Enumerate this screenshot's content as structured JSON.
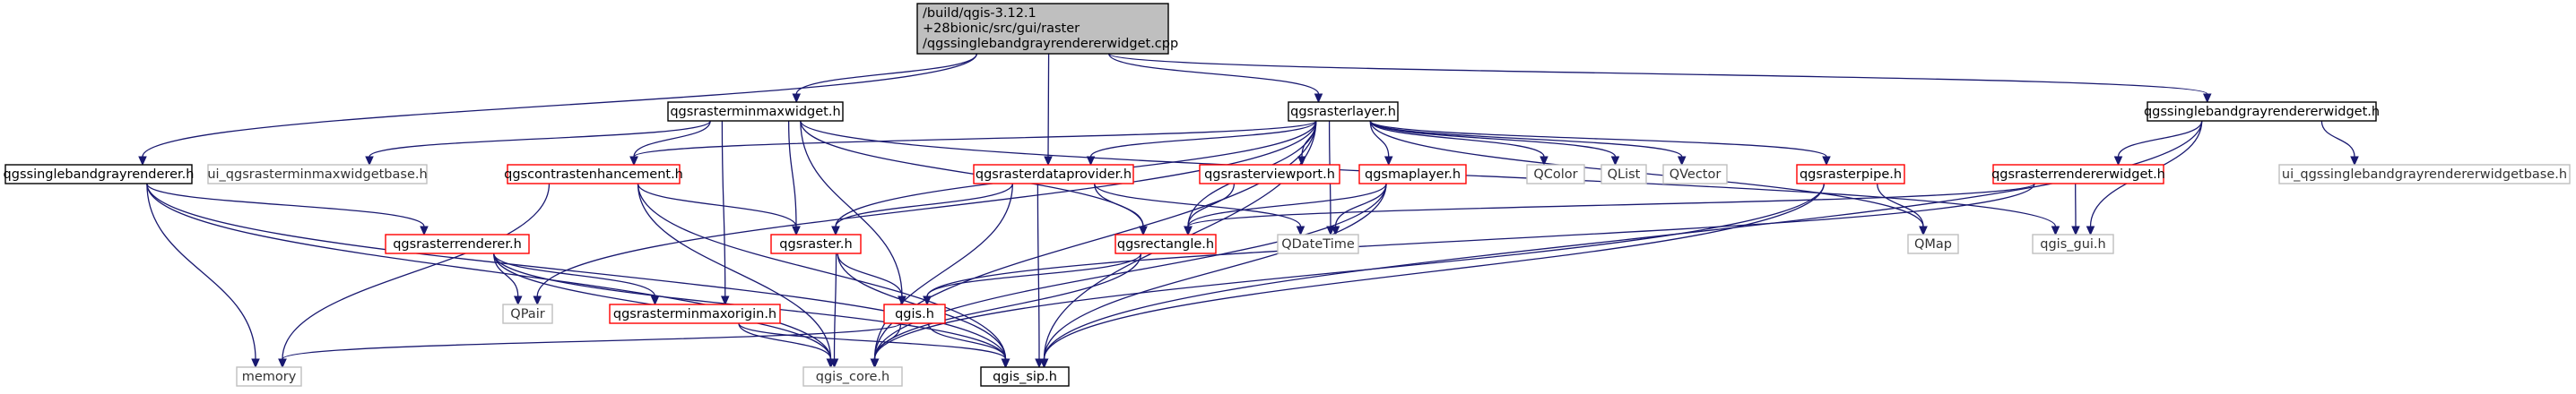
{
  "colors": {
    "edge": "#191970",
    "root_fill": "#bfbfbf",
    "documented_border": "#000000",
    "truncated_border": "#ff0000",
    "undocumented_border": "#bfbfbf"
  },
  "nodes": [
    {
      "id": "root",
      "kind": "root",
      "lines": [
        "/build/qgis-3.12.1",
        "+28bionic/src/gui/raster",
        "/qgssinglebandgrayrendererwidget.cpp"
      ]
    },
    {
      "id": "minmaxwidget",
      "kind": "black",
      "lines": [
        "qgsrasterminmaxwidget.h"
      ]
    },
    {
      "id": "rasterlayer",
      "kind": "black",
      "lines": [
        "qgsrasterlayer.h"
      ]
    },
    {
      "id": "sbgrwidget_h",
      "kind": "black",
      "lines": [
        "qgssinglebandgrayrendererwidget.h"
      ]
    },
    {
      "id": "sbgrrenderer",
      "kind": "black",
      "lines": [
        "qgssinglebandgrayrenderer.h"
      ]
    },
    {
      "id": "ui_minmax",
      "kind": "gray",
      "lines": [
        "ui_qgsrasterminmaxwidgetbase.h"
      ]
    },
    {
      "id": "contrast",
      "kind": "red",
      "lines": [
        "qgscontrastenhancement.h"
      ]
    },
    {
      "id": "dataprovider",
      "kind": "red",
      "lines": [
        "qgsrasterdataprovider.h"
      ]
    },
    {
      "id": "viewport",
      "kind": "red",
      "lines": [
        "qgsrasterviewport.h"
      ]
    },
    {
      "id": "maplayer",
      "kind": "red",
      "lines": [
        "qgsmaplayer.h"
      ]
    },
    {
      "id": "qcolor",
      "kind": "gray",
      "lines": [
        "QColor"
      ]
    },
    {
      "id": "qlist",
      "kind": "gray",
      "lines": [
        "QList"
      ]
    },
    {
      "id": "qvector",
      "kind": "gray",
      "lines": [
        "QVector"
      ]
    },
    {
      "id": "pipe",
      "kind": "red",
      "lines": [
        "qgsrasterpipe.h"
      ]
    },
    {
      "id": "rendererwidget",
      "kind": "red",
      "lines": [
        "qgsrasterrendererwidget.h"
      ]
    },
    {
      "id": "ui_sbgr",
      "kind": "gray",
      "lines": [
        "ui_qgssinglebandgrayrendererwidgetbase.h"
      ]
    },
    {
      "id": "rasterrenderer",
      "kind": "red",
      "lines": [
        "qgsrasterrenderer.h"
      ]
    },
    {
      "id": "raster",
      "kind": "red",
      "lines": [
        "qgsraster.h"
      ]
    },
    {
      "id": "rectangle",
      "kind": "red",
      "lines": [
        "qgsrectangle.h"
      ]
    },
    {
      "id": "qdatetime",
      "kind": "gray",
      "lines": [
        "QDateTime"
      ]
    },
    {
      "id": "qmap",
      "kind": "gray",
      "lines": [
        "QMap"
      ]
    },
    {
      "id": "gui",
      "kind": "gray",
      "lines": [
        "qgis_gui.h"
      ]
    },
    {
      "id": "qpair",
      "kind": "gray",
      "lines": [
        "QPair"
      ]
    },
    {
      "id": "minmaxorigin",
      "kind": "red",
      "lines": [
        "qgsrasterminmaxorigin.h"
      ]
    },
    {
      "id": "qgis",
      "kind": "red",
      "lines": [
        "qgis.h"
      ]
    },
    {
      "id": "memory",
      "kind": "gray",
      "lines": [
        "memory"
      ]
    },
    {
      "id": "core",
      "kind": "gray",
      "lines": [
        "qgis_core.h"
      ]
    },
    {
      "id": "sip",
      "kind": "black",
      "lines": [
        "qgis_sip.h"
      ]
    }
  ],
  "edges": [
    [
      "root",
      "minmaxwidget"
    ],
    [
      "root",
      "rasterlayer"
    ],
    [
      "root",
      "sbgrwidget_h"
    ],
    [
      "root",
      "sbgrrenderer"
    ],
    [
      "root",
      "dataprovider"
    ],
    [
      "minmaxwidget",
      "ui_minmax"
    ],
    [
      "minmaxwidget",
      "contrast"
    ],
    [
      "minmaxwidget",
      "raster"
    ],
    [
      "minmaxwidget",
      "rectangle"
    ],
    [
      "minmaxwidget",
      "minmaxorigin"
    ],
    [
      "minmaxwidget",
      "gui"
    ],
    [
      "minmaxwidget",
      "qgis"
    ],
    [
      "rasterlayer",
      "contrast"
    ],
    [
      "rasterlayer",
      "dataprovider"
    ],
    [
      "rasterlayer",
      "viewport"
    ],
    [
      "rasterlayer",
      "maplayer"
    ],
    [
      "rasterlayer",
      "qcolor"
    ],
    [
      "rasterlayer",
      "qlist"
    ],
    [
      "rasterlayer",
      "qvector"
    ],
    [
      "rasterlayer",
      "pipe"
    ],
    [
      "rasterlayer",
      "qmap"
    ],
    [
      "rasterlayer",
      "raster"
    ],
    [
      "rasterlayer",
      "rectangle"
    ],
    [
      "rasterlayer",
      "qdatetime"
    ],
    [
      "rasterlayer",
      "qpair"
    ],
    [
      "rasterlayer",
      "core"
    ],
    [
      "rasterlayer",
      "sip"
    ],
    [
      "sbgrwidget_h",
      "rendererwidget"
    ],
    [
      "sbgrwidget_h",
      "ui_sbgr"
    ],
    [
      "sbgrwidget_h",
      "gui"
    ],
    [
      "sbgrwidget_h",
      "sip"
    ],
    [
      "sbgrrenderer",
      "rasterrenderer"
    ],
    [
      "sbgrrenderer",
      "memory"
    ],
    [
      "sbgrrenderer",
      "core"
    ],
    [
      "sbgrrenderer",
      "sip"
    ],
    [
      "contrast",
      "raster"
    ],
    [
      "contrast",
      "memory"
    ],
    [
      "contrast",
      "core"
    ],
    [
      "contrast",
      "sip"
    ],
    [
      "dataprovider",
      "raster"
    ],
    [
      "dataprovider",
      "rectangle"
    ],
    [
      "dataprovider",
      "qdatetime"
    ],
    [
      "dataprovider",
      "core"
    ],
    [
      "dataprovider",
      "sip"
    ],
    [
      "viewport",
      "rectangle"
    ],
    [
      "maplayer",
      "rectangle"
    ],
    [
      "maplayer",
      "qdatetime"
    ],
    [
      "maplayer",
      "core"
    ],
    [
      "maplayer",
      "sip"
    ],
    [
      "pipe",
      "qmap"
    ],
    [
      "pipe",
      "core"
    ],
    [
      "pipe",
      "sip"
    ],
    [
      "rendererwidget",
      "rectangle"
    ],
    [
      "rendererwidget",
      "gui"
    ],
    [
      "rendererwidget",
      "qgis"
    ],
    [
      "rasterrenderer",
      "minmaxorigin"
    ],
    [
      "rasterrenderer",
      "qpair"
    ],
    [
      "rasterrenderer",
      "core"
    ],
    [
      "rasterrenderer",
      "sip"
    ],
    [
      "raster",
      "qgis"
    ],
    [
      "raster",
      "core"
    ],
    [
      "raster",
      "sip"
    ],
    [
      "rectangle",
      "qgis"
    ],
    [
      "rectangle",
      "core"
    ],
    [
      "minmaxorigin",
      "core"
    ],
    [
      "minmaxorigin",
      "sip"
    ],
    [
      "qgis",
      "memory"
    ],
    [
      "qgis",
      "core"
    ],
    [
      "qgis",
      "sip"
    ]
  ]
}
